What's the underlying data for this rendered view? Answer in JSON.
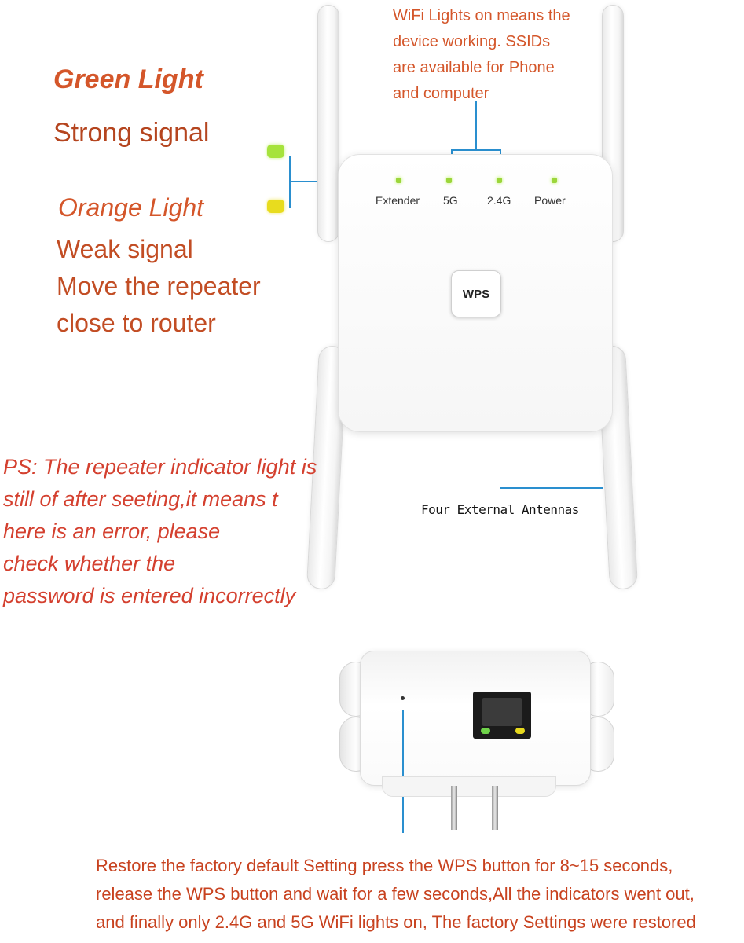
{
  "left_legend": {
    "green_title": "Green Light",
    "green_desc": "Strong signal",
    "orange_title": "Orange Light",
    "orange_desc": [
      "Weak signal",
      "Move the repeater",
      "close to router"
    ]
  },
  "top_note": [
    "WiFi Lights on means the",
    "device working. SSIDs",
    "are available for Phone",
    "and computer"
  ],
  "indicators": [
    {
      "label": "Extender"
    },
    {
      "label": "5G"
    },
    {
      "label": "2.4G"
    },
    {
      "label": "Power"
    }
  ],
  "wps_label": "WPS",
  "ps_note": [
    "PS: The repeater indicator light is",
    "still of after seeting,it means t",
    "here is an error, please",
    "check whether the",
    "password is entered incorrectly"
  ],
  "antenna_label": "Four External Antennas",
  "bottom_note": [
    "Restore the factory default Setting  press the WPS button for 8~15 seconds,",
    "release the WPS button and wait for a few seconds,All the indicators went out,",
    "and finally only 2.4G and 5G WiFi lights on, The factory Settings were restored"
  ],
  "colors": {
    "green_led": "#9cd63a",
    "orange_led": "#e8dc1e",
    "callout_line": "#2a8fcf",
    "text_accent": "#d4562a"
  }
}
